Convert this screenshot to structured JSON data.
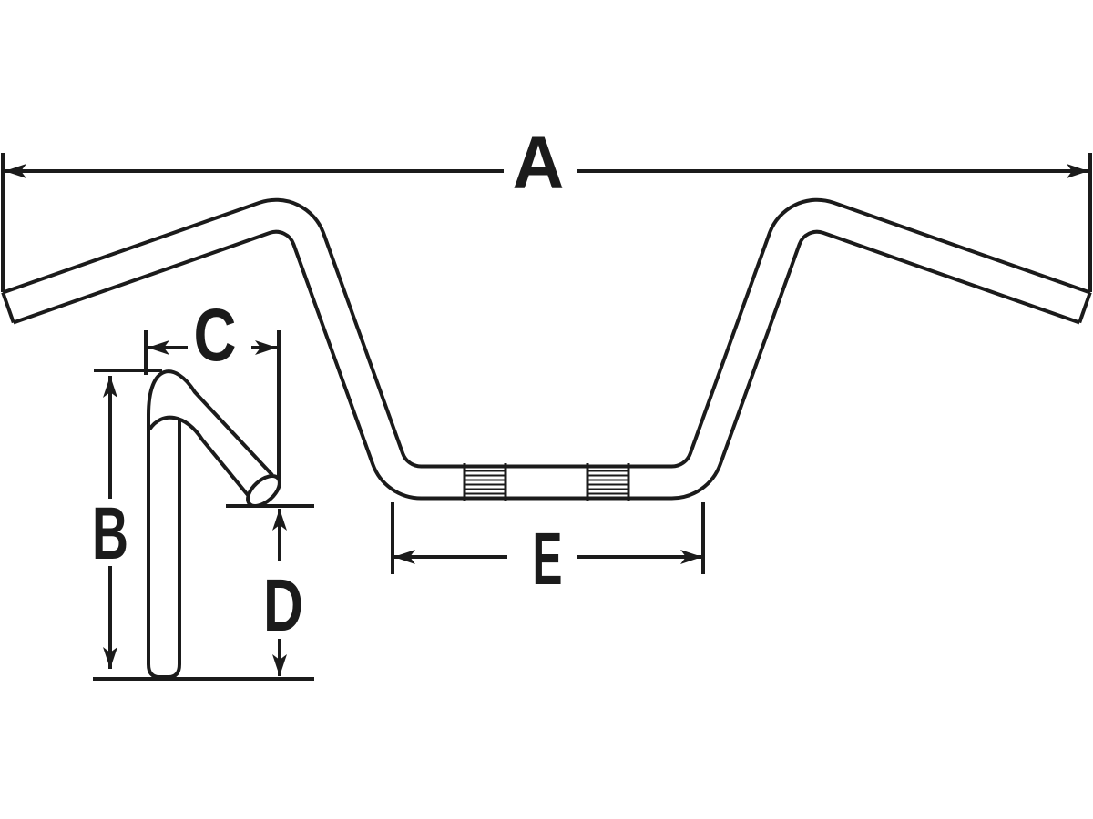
{
  "diagram": {
    "title": "handlebar-dimension-drawing",
    "background_color": "#ffffff",
    "line_color": "#1b1b1b",
    "labels": {
      "overall_width": "A",
      "overall_height": "B",
      "top_width": "C",
      "end_rise": "D",
      "clamp_width": "E"
    }
  }
}
